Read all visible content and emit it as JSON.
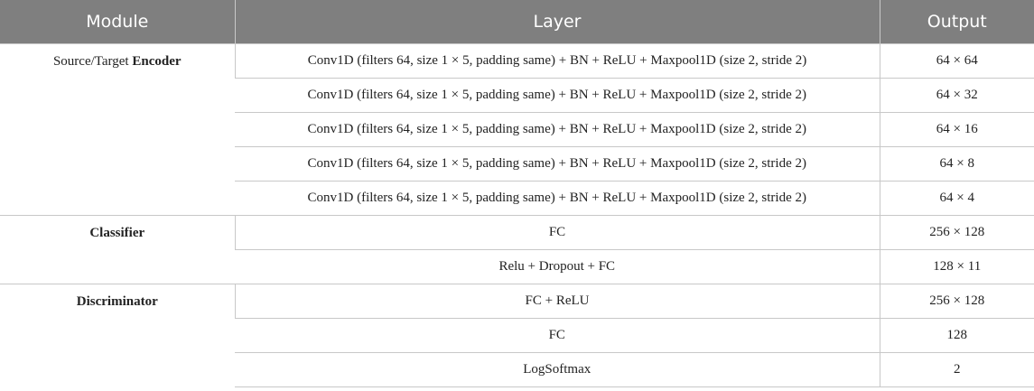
{
  "headers": {
    "module": "Module",
    "layer": "Layer",
    "output": "Output"
  },
  "groups": {
    "encoder": {
      "name_prefix": "Source/Target ",
      "name_bold": "Encoder",
      "rows": [
        {
          "layer": "Conv1D (filters 64, size 1 × 5, padding same) + BN + ReLU + Maxpool1D (size 2, stride 2)",
          "output": "64 × 64"
        },
        {
          "layer": "Conv1D (filters 64, size 1 × 5, padding same) + BN + ReLU + Maxpool1D (size 2, stride 2)",
          "output": "64 × 32"
        },
        {
          "layer": "Conv1D (filters 64, size 1 × 5, padding same) + BN + ReLU + Maxpool1D (size 2, stride 2)",
          "output": "64 × 16"
        },
        {
          "layer": "Conv1D (filters 64, size 1 × 5, padding same) + BN + ReLU + Maxpool1D (size 2, stride 2)",
          "output": "64 × 8"
        },
        {
          "layer": "Conv1D (filters 64, size 1 × 5, padding same) + BN + ReLU + Maxpool1D (size 2, stride 2)",
          "output": "64 × 4"
        }
      ]
    },
    "classifier": {
      "name": "Classifier",
      "rows": [
        {
          "layer": "FC",
          "output": "256 × 128"
        },
        {
          "layer": "Relu + Dropout + FC",
          "output": "128 × 11"
        }
      ]
    },
    "discriminator": {
      "name": "Discriminator",
      "rows": [
        {
          "layer": "FC + ReLU",
          "output": "256 × 128"
        },
        {
          "layer": "FC",
          "output": "128"
        },
        {
          "layer": "LogSoftmax",
          "output": "2"
        }
      ]
    }
  }
}
